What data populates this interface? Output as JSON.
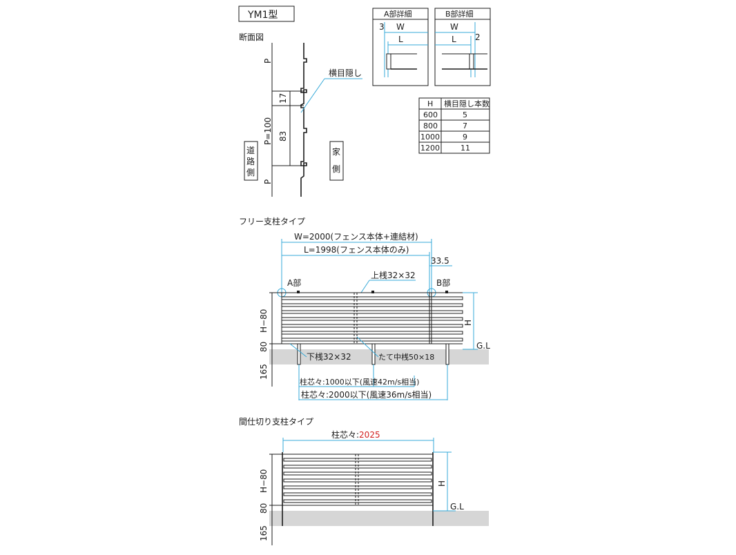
{
  "title": "YM1型",
  "section": {
    "label": "断面図",
    "pitch_top": "P",
    "pitch_mid": "P=100",
    "pitch_bottom": "P",
    "dim_17": "17",
    "dim_83": "83",
    "slat_label": "横目隠し",
    "road_side": [
      "道",
      "路",
      "側"
    ],
    "house_side": [
      "家",
      "側"
    ]
  },
  "detail_a": {
    "title": "A部詳細",
    "w": "W",
    "l": "L",
    "offset": "3"
  },
  "detail_b": {
    "title": "B部詳細",
    "w": "W",
    "l": "L",
    "offset": "2"
  },
  "slat_table": {
    "headers": [
      "H",
      "横目隠し本数"
    ],
    "rows": [
      [
        "600",
        "5"
      ],
      [
        "800",
        "7"
      ],
      [
        "1000",
        "9"
      ],
      [
        "1200",
        "11"
      ]
    ]
  },
  "free_post": {
    "title": "フリー支柱タイプ",
    "w_dim": "W=2000(フェンス本体+連結材)",
    "l_dim": "L=1998(フェンス本体のみ)",
    "dim_335": "33.5",
    "part_a": "A部",
    "part_b": "B部",
    "top_rail": "上桟32×32",
    "bottom_rail": "下桟32×32",
    "middle_post": "たて中桟50×18",
    "h_minus": "H−80",
    "h": "H",
    "dim_80": "80",
    "dim_165": "165",
    "gl": "G.L",
    "span1": "柱芯々:1000以下(風速42m/s相当)",
    "span2": "柱芯々:2000以下(風速36m/s相当)"
  },
  "partition_post": {
    "title": "間仕切り支柱タイプ",
    "span_prefix": "柱芯々:",
    "span_value": "2025",
    "span_color": "#d22020",
    "h_minus": "H−80",
    "h": "H",
    "dim_80": "80",
    "dim_165": "165",
    "gl": "G.L"
  }
}
